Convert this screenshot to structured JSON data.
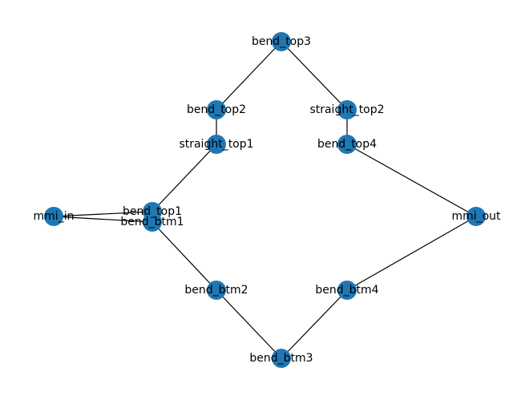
{
  "colors": {
    "node": "#1f77b4",
    "edge": "#000000",
    "label": "#000000",
    "background": "#ffffff"
  },
  "nodes": [
    {
      "id": "mmi_in",
      "label": "mmi_in"
    },
    {
      "id": "bend_top1",
      "label": "bend_top1"
    },
    {
      "id": "bend_btm1",
      "label": "bend_btm1"
    },
    {
      "id": "straight_top1",
      "label": "straight_top1"
    },
    {
      "id": "bend_top2",
      "label": "bend_top2"
    },
    {
      "id": "bend_top3",
      "label": "bend_top3"
    },
    {
      "id": "straight_top2",
      "label": "straight_top2"
    },
    {
      "id": "bend_top4",
      "label": "bend_top4"
    },
    {
      "id": "mmi_out",
      "label": "mmi_out"
    },
    {
      "id": "bend_btm2",
      "label": "bend_btm2"
    },
    {
      "id": "bend_btm3",
      "label": "bend_btm3"
    },
    {
      "id": "bend_btm4",
      "label": "bend_btm4"
    }
  ],
  "edges": [
    [
      "mmi_in",
      "bend_top1"
    ],
    [
      "mmi_in",
      "bend_btm1"
    ],
    [
      "bend_top1",
      "straight_top1"
    ],
    [
      "straight_top1",
      "bend_top2"
    ],
    [
      "bend_top2",
      "bend_top3"
    ],
    [
      "bend_top3",
      "straight_top2"
    ],
    [
      "straight_top2",
      "bend_top4"
    ],
    [
      "bend_top4",
      "mmi_out"
    ],
    [
      "bend_btm1",
      "bend_btm2"
    ],
    [
      "bend_btm2",
      "bend_btm3"
    ],
    [
      "bend_btm3",
      "bend_btm4"
    ],
    [
      "bend_btm4",
      "mmi_out"
    ]
  ]
}
